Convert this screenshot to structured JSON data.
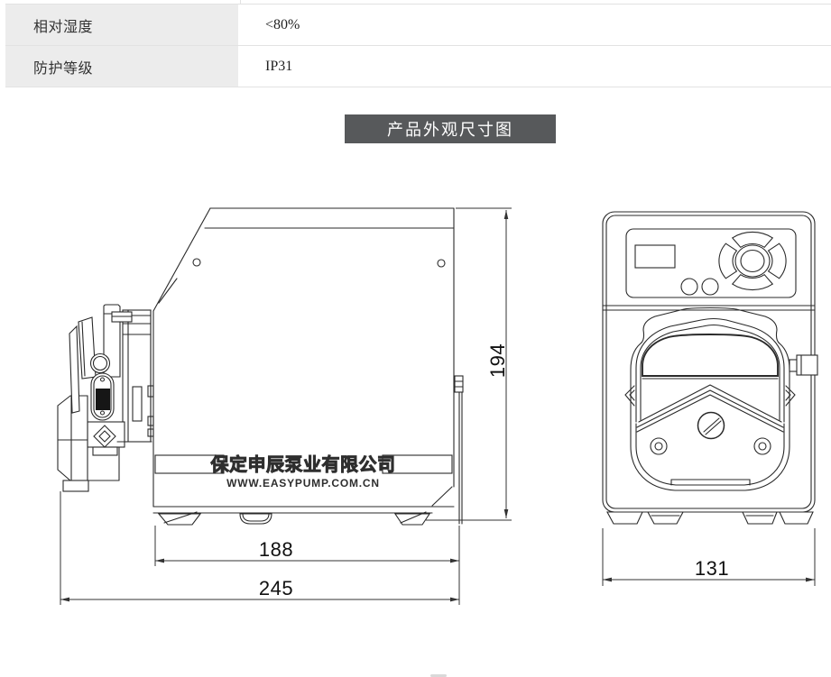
{
  "spec_table": {
    "rows": [
      {
        "label": "相对湿度",
        "value": "<80%"
      },
      {
        "label": "防护等级",
        "value": "IP31"
      }
    ]
  },
  "section_banner": {
    "title": "产品外观尺寸图",
    "bg_color": "#57595b"
  },
  "drawing": {
    "brand_line1": "保定申辰泵业有限公司",
    "brand_line2": "WWW.EASYPUMP.COM.CN",
    "dimensions": {
      "side_inner_width": "188",
      "side_total_width": "245",
      "side_height": "194",
      "front_width": "131"
    }
  }
}
